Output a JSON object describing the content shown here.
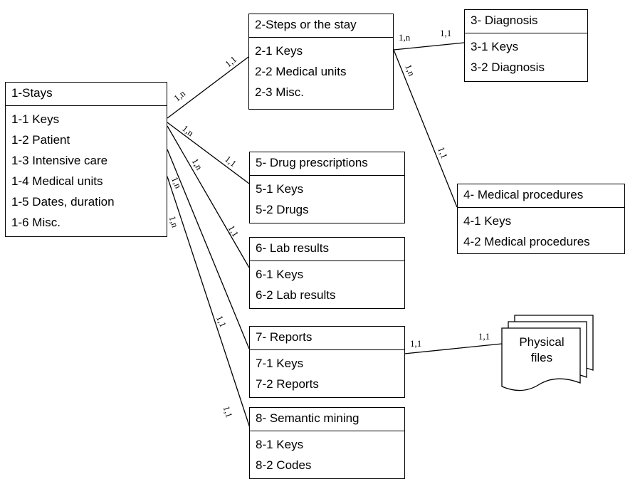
{
  "entities": {
    "stays": {
      "title": "1-Stays",
      "attrs": [
        "1-1 Keys",
        "1-2 Patient",
        "1-3 Intensive care",
        "1-4 Medical units",
        "1-5 Dates, duration",
        "1-6 Misc."
      ]
    },
    "steps": {
      "title": "2-Steps or the stay",
      "attrs": [
        "2-1 Keys",
        "2-2 Medical units",
        "2-3 Misc."
      ]
    },
    "diagnosis": {
      "title": "3- Diagnosis",
      "attrs": [
        "3-1 Keys",
        "3-2 Diagnosis"
      ]
    },
    "procedures": {
      "title": "4- Medical procedures",
      "attrs": [
        "4-1 Keys",
        "4-2 Medical procedures"
      ]
    },
    "drugs": {
      "title": "5- Drug prescriptions",
      "attrs": [
        "5-1 Keys",
        "5-2 Drugs"
      ]
    },
    "lab": {
      "title": "6- Lab results",
      "attrs": [
        "6-1 Keys",
        "6-2 Lab results"
      ]
    },
    "reports": {
      "title": "7- Reports",
      "attrs": [
        "7-1 Keys",
        "7-2 Reports"
      ]
    },
    "semantic": {
      "title": "8- Semantic mining",
      "attrs": [
        "8-1 Keys",
        "8-2 Codes"
      ]
    }
  },
  "physical_files": {
    "line1": "Physical",
    "line2": "files"
  },
  "cardinalities": {
    "stays_steps_a": "1,n",
    "stays_steps_b": "1,1",
    "steps_diag_a": "1,n",
    "steps_diag_b": "1,1",
    "steps_proc_a": "1,n",
    "steps_proc_b": "1,1",
    "stays_drugs_a": "1,n",
    "stays_drugs_b": "1,1",
    "stays_lab_a": "1,n",
    "stays_lab_b": "1,1",
    "stays_reports_a": "1,n",
    "stays_reports_b": "1,1",
    "stays_semantic_a": "1,n",
    "stays_semantic_b": "1,1",
    "reports_files_a": "1,1",
    "reports_files_b": "1,1"
  }
}
